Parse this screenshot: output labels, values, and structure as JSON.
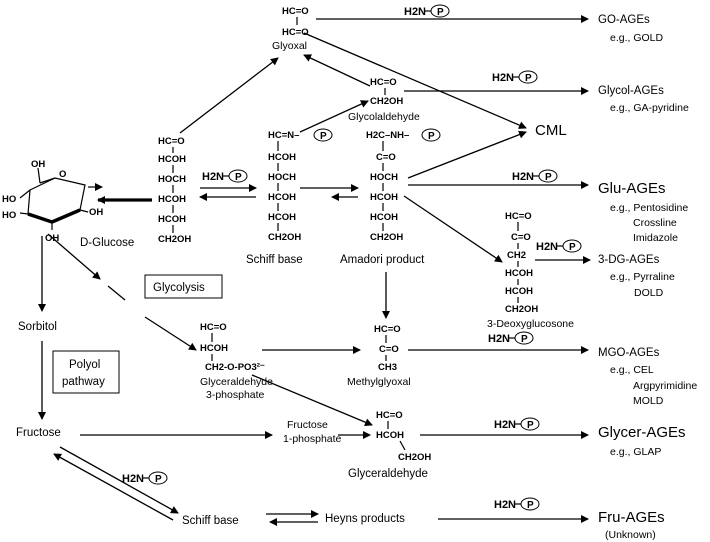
{
  "colors": {
    "ink": "#000000",
    "background": "#ffffff"
  },
  "reagent": {
    "amine": "H2N",
    "protein": "P"
  },
  "molecules": {
    "d_glucose": "D-Glucose",
    "glyoxal": "Glyoxal",
    "glycolaldehyde": "Glycolaldehyde",
    "schiff_base_1": "Schiff base",
    "amadori": "Amadori product",
    "deoxyglucosone": "3-Deoxyglucosone",
    "sorbitol": "Sorbitol",
    "fructose": "Fructose",
    "glyceraldehyde_3p": [
      "Glyceraldehyde",
      "3-phosphate"
    ],
    "methylglyoxal": "Methylglyoxal",
    "fructose_1p": [
      "Fructose",
      "1-phosphate"
    ],
    "glyceraldehyde": "Glyceraldehyde",
    "schiff_base_2": "Schiff base",
    "heyns": "Heyns products"
  },
  "boxes": {
    "glycolysis": "Glycolysis",
    "polyol": [
      "Polyol",
      "pathway"
    ]
  },
  "formulas": {
    "glyoxal": [
      "HC=O",
      "HC=O"
    ],
    "glycolaldehyde": [
      "HC=O",
      "CH2OH"
    ],
    "glucose_chain": [
      "HC=O",
      "HCOH",
      "HOCH",
      "HCOH",
      "HCOH",
      "CH2OH"
    ],
    "schiff": [
      "HC=N–",
      "HCOH",
      "HOCH",
      "HCOH",
      "HCOH",
      "CH2OH"
    ],
    "amadori": [
      "H2C–NH–",
      "C=O",
      "HOCH",
      "HCOH",
      "HCOH",
      "CH2OH"
    ],
    "deoxy": [
      "HC=O",
      "C=O",
      "CH2",
      "HCOH",
      "HCOH",
      "CH2OH"
    ],
    "ga3p": [
      "HC=O",
      "HCOH",
      "CH2-O-PO3²⁻"
    ],
    "mgo": [
      "HC=O",
      "C=O",
      "CH3"
    ],
    "ga": [
      "HC=O",
      "HCOH",
      "CH2OH"
    ],
    "ring_oh": [
      "OH",
      "HO",
      "HO",
      "OH",
      "OH",
      "O"
    ]
  },
  "products": {
    "go": {
      "name": "GO-AGEs",
      "examples": [
        "e.g., GOLD"
      ]
    },
    "glycol": {
      "name": "Glycol-AGEs",
      "examples": [
        "e.g., GA-pyridine"
      ]
    },
    "cml": {
      "name": "CML"
    },
    "glu": {
      "name": "Glu-AGEs",
      "examples": [
        "e.g., Pentosidine",
        "Crossline",
        "Imidazole"
      ]
    },
    "dg": {
      "name": "3-DG-AGEs",
      "examples": [
        "e.g., Pyrraline",
        "DOLD"
      ]
    },
    "mgo": {
      "name": "MGO-AGEs",
      "examples": [
        "e.g., CEL",
        "Argpyrimidine",
        "MOLD"
      ]
    },
    "glycer": {
      "name": "Glycer-AGEs",
      "examples": [
        "e.g.,  GLAP"
      ]
    },
    "fru": {
      "name": "Fru-AGEs",
      "examples": [
        "(Unknown)"
      ]
    }
  }
}
